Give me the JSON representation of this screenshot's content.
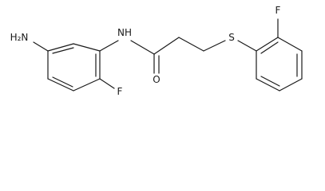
{
  "molecule": {
    "atoms": {
      "nh2": "H₂N",
      "nh": "NH",
      "o": "O",
      "s": "S",
      "f_left": "F",
      "f_right": "F"
    }
  }
}
